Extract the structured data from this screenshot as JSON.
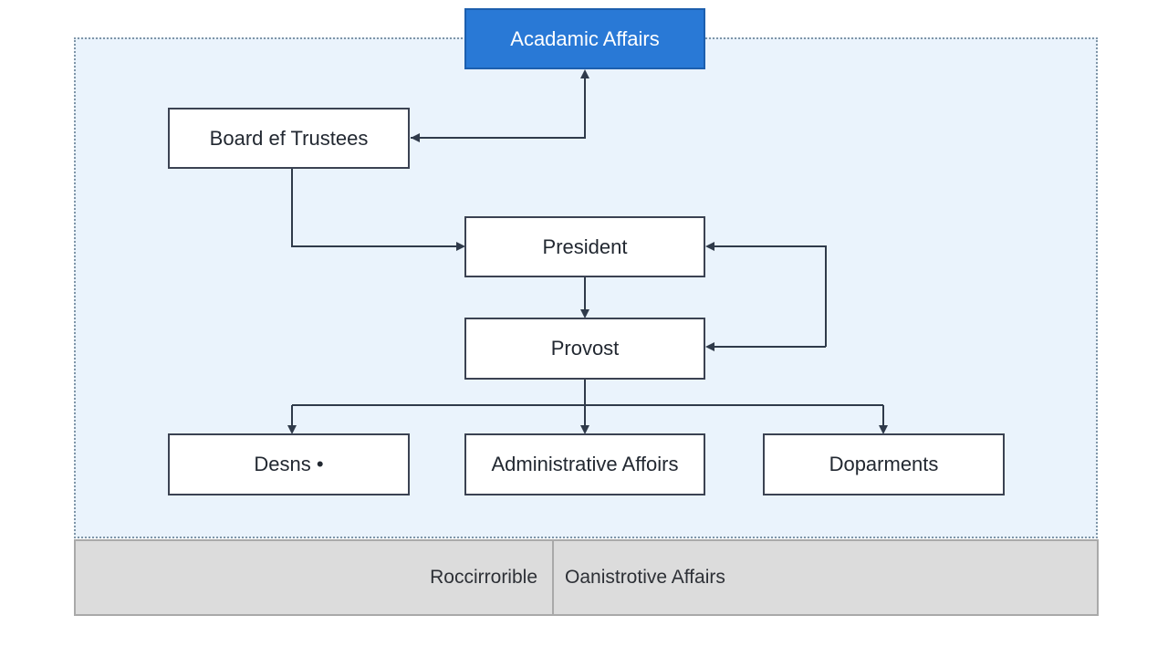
{
  "colors": {
    "accent_box": "#2979d6",
    "diagram_background": "#eaf3fc",
    "footer_background": "#dcdcdc",
    "connector": "#2f3a4a"
  },
  "nodes": {
    "academic_affairs": "Acadamic Affairs",
    "board_of_trustees": "Board ef Trustees",
    "president": "President",
    "provost": "Provost",
    "deans": "Desns •",
    "administrative_affairs": "Administrative Affoirs",
    "departments": "Doparments"
  },
  "footer": {
    "left_label": "Roccirrorible",
    "right_label": "Oanistrotive Affairs"
  }
}
